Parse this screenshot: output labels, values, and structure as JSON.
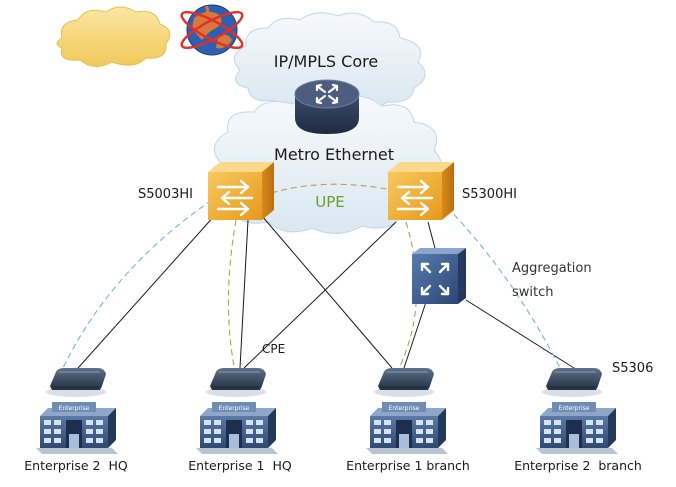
{
  "diagram": {
    "clouds": {
      "core": "IP/MPLS Core",
      "metro": "Metro Ethernet",
      "upe": "UPE"
    },
    "devices": {
      "left_upe": "S5003HI",
      "right_upe": "S5300HI",
      "aggregation": "Aggregation\nswitch",
      "aggregation_line1": "Aggregation",
      "aggregation_line2": "switch",
      "cpe": "CPE",
      "branch_switch": "S5306"
    },
    "sites": [
      {
        "label": "Enterprise 2  HQ"
      },
      {
        "label": "Enterprise 1  HQ"
      },
      {
        "label": "Enterprise 1 branch"
      },
      {
        "label": "Enterprise 2  branch"
      }
    ],
    "colors": {
      "cloud_blue": "#e9f1f7",
      "cloud_yellow": "#f5d77a",
      "upe_orange": "#f2b233",
      "upe_text_green": "#6aa02a",
      "dash_blue": "#6fb3e0",
      "dash_olive": "#b4a24a",
      "router_navy": "#2d3a55",
      "agg_blue": "#3c5a86",
      "building_blue": "#3e5b86"
    }
  }
}
